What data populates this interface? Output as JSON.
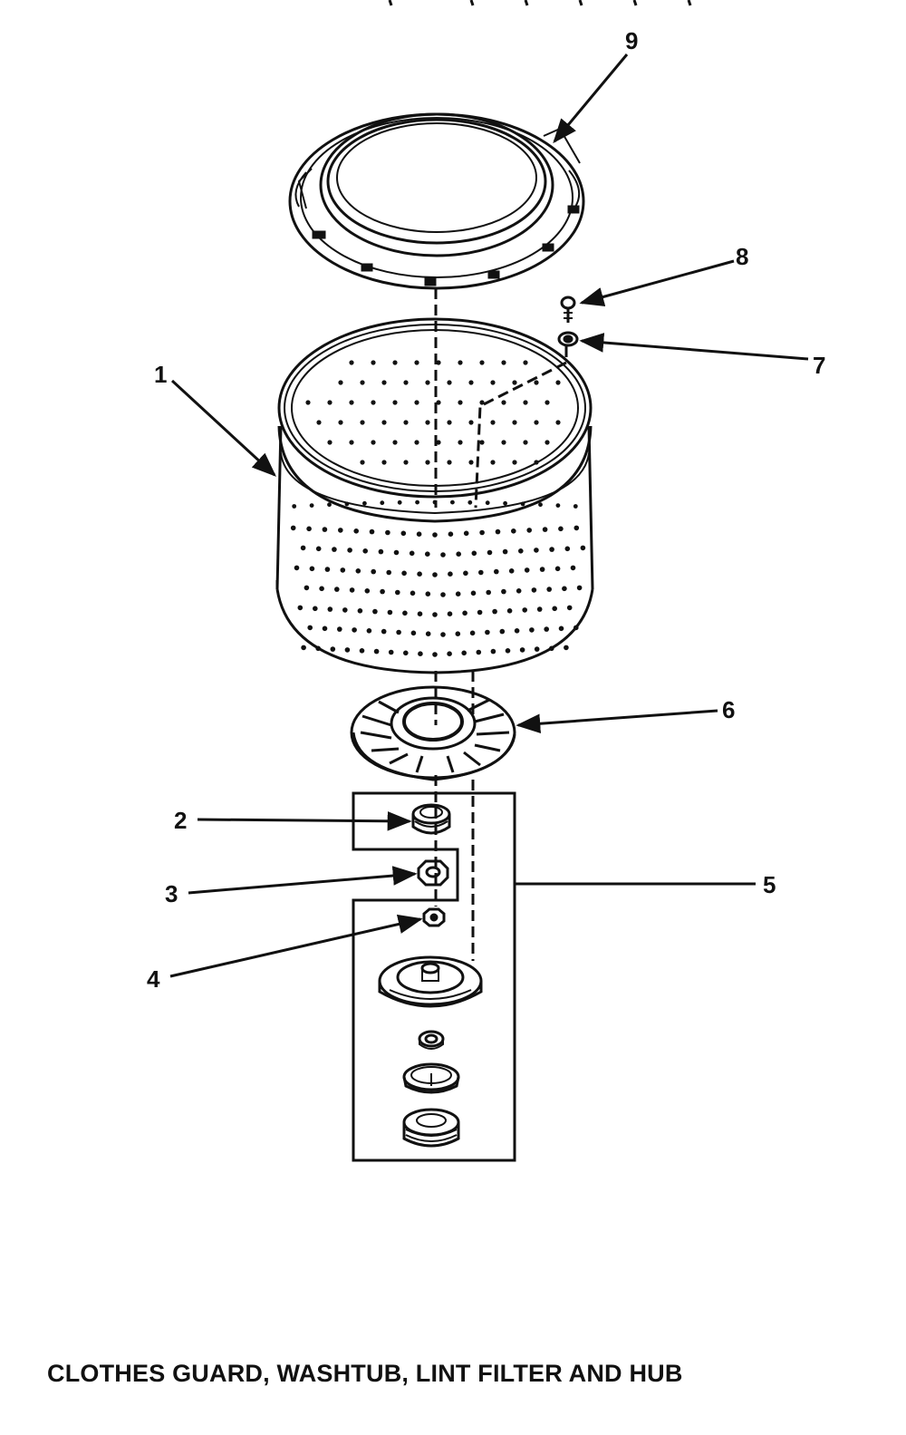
{
  "callouts": [
    {
      "id": "1",
      "label": "1"
    },
    {
      "id": "2",
      "label": "2"
    },
    {
      "id": "3",
      "label": "3"
    },
    {
      "id": "4",
      "label": "4"
    },
    {
      "id": "5",
      "label": "5"
    },
    {
      "id": "6",
      "label": "6"
    },
    {
      "id": "7",
      "label": "7"
    },
    {
      "id": "8",
      "label": "8"
    },
    {
      "id": "9",
      "label": "9"
    }
  ],
  "caption": "CLOTHES GUARD, WASHTUB, LINT FILTER AND HUB"
}
